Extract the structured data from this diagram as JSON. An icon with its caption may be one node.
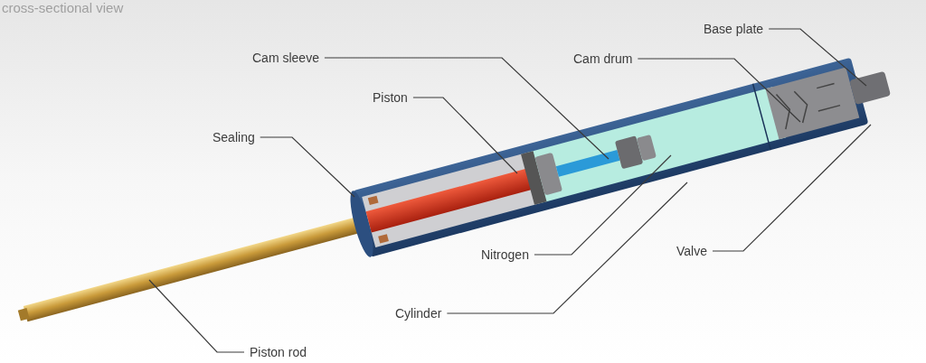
{
  "diagram": {
    "title": "cross-sectional view",
    "nodes": [
      {
        "text": [
          "Base plate"
        ]
      },
      {
        "text": [
          "Cam sleeve"
        ]
      },
      {
        "text": [
          "Cam drum"
        ]
      },
      {
        "text": [
          "Piston"
        ]
      },
      {
        "text": [
          "Sealing"
        ]
      },
      {
        "text": [
          "Nitrogen"
        ]
      },
      {
        "text": [
          "Valve"
        ]
      },
      {
        "text": [
          "Cylinder"
        ]
      },
      {
        "text": [
          "Piston rod"
        ]
      }
    ],
    "edges": [
      {
        "from": 0,
        "to": null,
        "arrow": "none"
      },
      {
        "from": 1,
        "to": null,
        "arrow": "none"
      },
      {
        "from": 2,
        "to": null,
        "arrow": "none"
      },
      {
        "from": 3,
        "to": null,
        "arrow": "none"
      },
      {
        "from": 4,
        "to": null,
        "arrow": "none"
      },
      {
        "from": 5,
        "to": null,
        "arrow": "none"
      },
      {
        "from": 6,
        "to": null,
        "arrow": "none"
      },
      {
        "from": 7,
        "to": null,
        "arrow": "none"
      },
      {
        "from": 8,
        "to": null,
        "arrow": "none"
      }
    ]
  }
}
